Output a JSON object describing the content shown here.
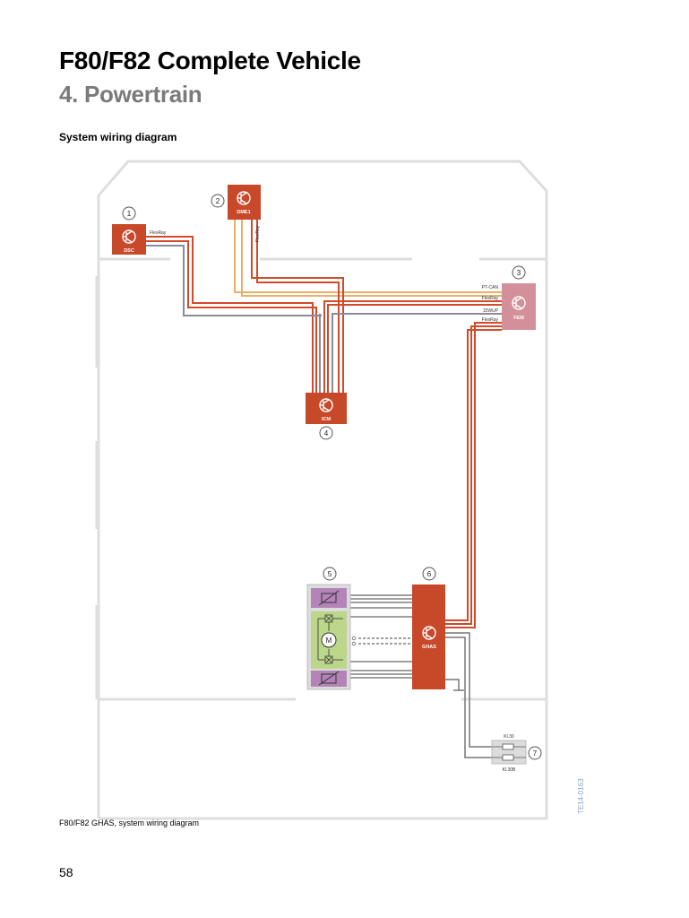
{
  "page": {
    "title": "F80/F82 Complete Vehicle",
    "subtitle": "4. Powertrain",
    "section_heading": "System wiring diagram",
    "caption": "F80/F82 GHAS, system wiring diagram",
    "page_number": "58",
    "figure_code": "TE14-0163"
  },
  "diagram": {
    "components": [
      {
        "number": "1",
        "label": "DSC"
      },
      {
        "number": "2",
        "label": "DME1"
      },
      {
        "number": "3",
        "label": "FEM"
      },
      {
        "number": "4",
        "label": "ICM"
      },
      {
        "number": "5",
        "label": ""
      },
      {
        "number": "6",
        "label": "GHAS"
      },
      {
        "number": "7",
        "label": ""
      }
    ],
    "wire_labels": {
      "dsc_flexray": "FlexRay",
      "dme_flexray": "FlexRay",
      "pt_can": "PT-CAN",
      "flexray_1": "FlexRay",
      "swup": "15WUP",
      "flexray_2": "FlexRay",
      "kl30": "Kl.30",
      "kl30b": "Kl.30B"
    },
    "motor_symbol": "M",
    "colors": {
      "control_unit": "#c8482a",
      "fem_unit": "#d4909a",
      "flexray_wire": "#d14a2b",
      "ptcan_wire": "#eab06a",
      "signal_wire": "#8a8a9a",
      "sensor_purple": "#b483b8",
      "actuator_green": "#bcd68a"
    }
  }
}
